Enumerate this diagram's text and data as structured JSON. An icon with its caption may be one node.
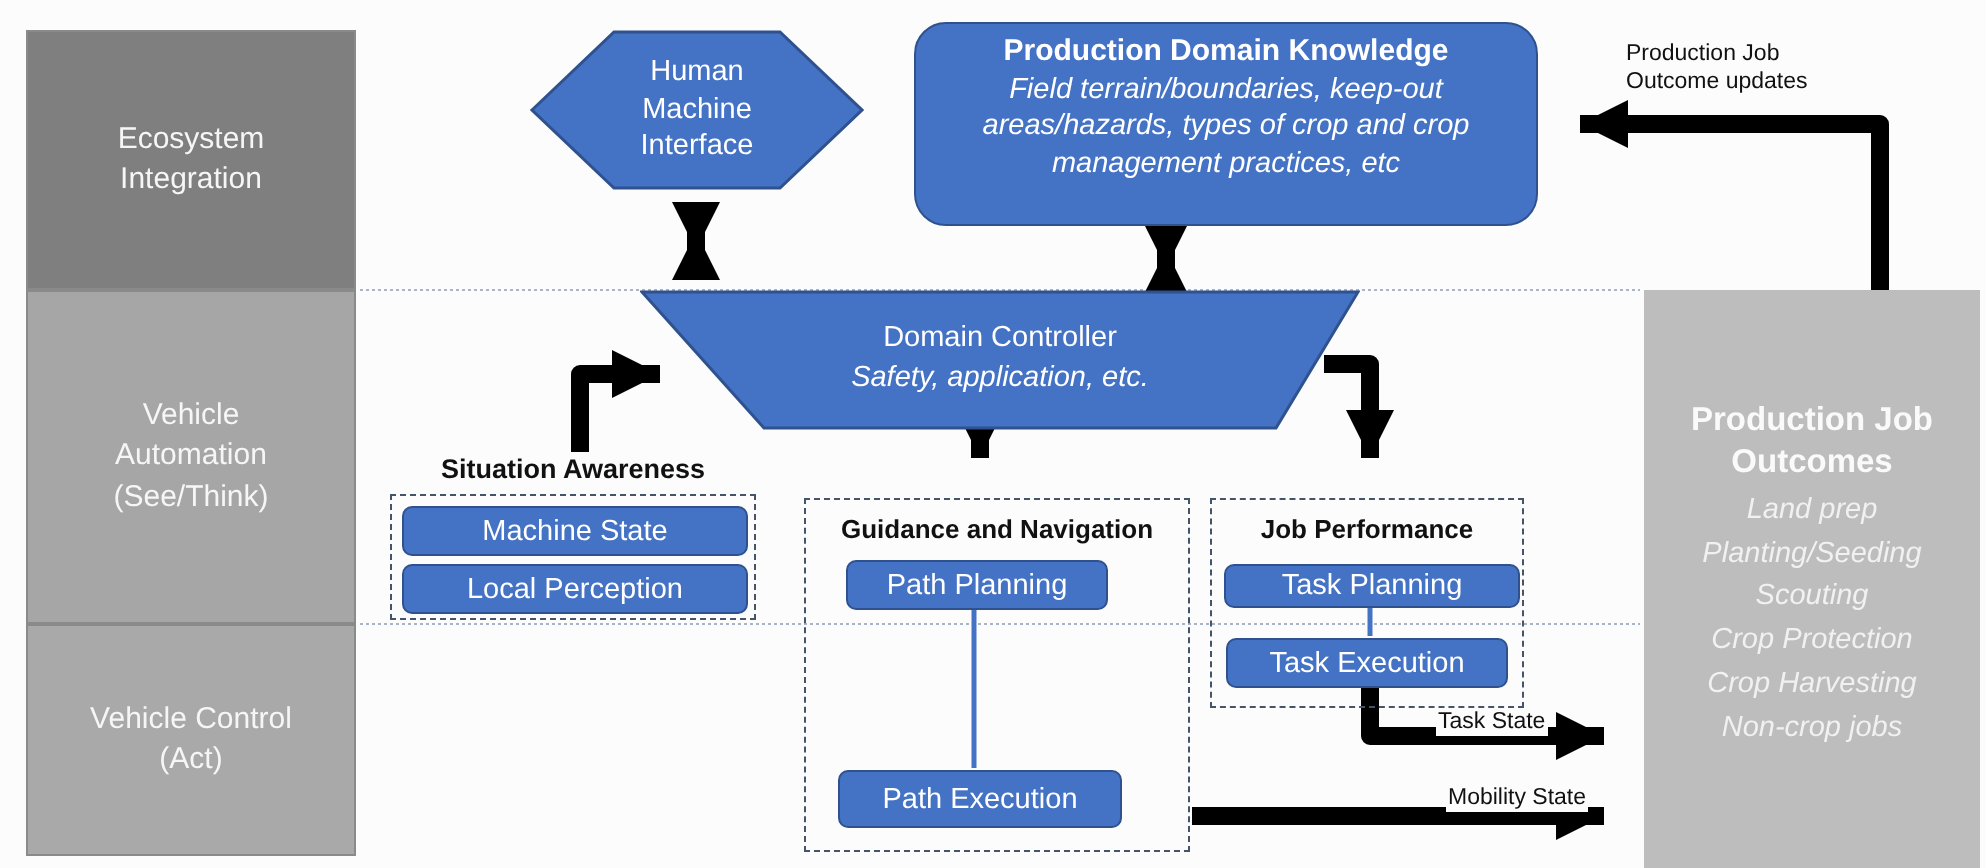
{
  "diagram": {
    "nodes": [
      {
        "text": [
          "Ecosystem Integration"
        ]
      },
      {
        "text": [
          "Vehicle Automation (See/Think)"
        ]
      },
      {
        "text": [
          "Vehicle Control (Act)"
        ]
      },
      {
        "text": [
          "Human Machine Interface"
        ]
      },
      {
        "text": [
          "Production Domain Knowledge",
          "Field terrain/boundaries, keep-out areas/hazards, types of crop and crop management practices, etc"
        ]
      },
      {
        "text": [
          "Domain Controller",
          "Safety, application, etc."
        ]
      },
      {
        "text": [
          "Situation Awareness"
        ]
      },
      {
        "text": [
          "Machine State"
        ],
        "in": 6
      },
      {
        "text": [
          "Local Perception"
        ],
        "in": 6
      },
      {
        "text": [
          "Guidance and Navigation"
        ]
      },
      {
        "text": [
          "Path Planning"
        ],
        "in": 9
      },
      {
        "text": [
          "Path Execution"
        ],
        "in": 9
      },
      {
        "text": [
          "Job Performance"
        ]
      },
      {
        "text": [
          "Task Planning"
        ],
        "in": 12
      },
      {
        "text": [
          "Task Execution"
        ],
        "in": 12
      },
      {
        "text": [
          "Production Job Outcomes",
          "Land prep",
          "Planting/Seeding",
          "Scouting",
          "Crop Protection",
          "Crop Harvesting",
          "Non-crop jobs"
        ]
      }
    ],
    "edges": [
      {
        "from": 3,
        "to": 5,
        "arrow": "both"
      },
      {
        "from": 4,
        "to": 5,
        "arrow": "both"
      },
      {
        "from": 15,
        "to": 4,
        "arrow": "to",
        "label": "Production Job Outcome updates"
      },
      {
        "from": 6,
        "to": 5,
        "arrow": "to"
      },
      {
        "from": 5,
        "to": 9,
        "arrow": "to"
      },
      {
        "from": 5,
        "to": 12,
        "arrow": "to"
      },
      {
        "from": 10,
        "to": 11,
        "arrow": "none",
        "color": "#4472c4"
      },
      {
        "from": 13,
        "to": 14,
        "arrow": "none",
        "color": "#4472c4"
      },
      {
        "from": 14,
        "to": 15,
        "arrow": "to",
        "label": "Task State"
      },
      {
        "from": 9,
        "to": 15,
        "arrow": "to",
        "label": "Mobility State"
      }
    ]
  }
}
